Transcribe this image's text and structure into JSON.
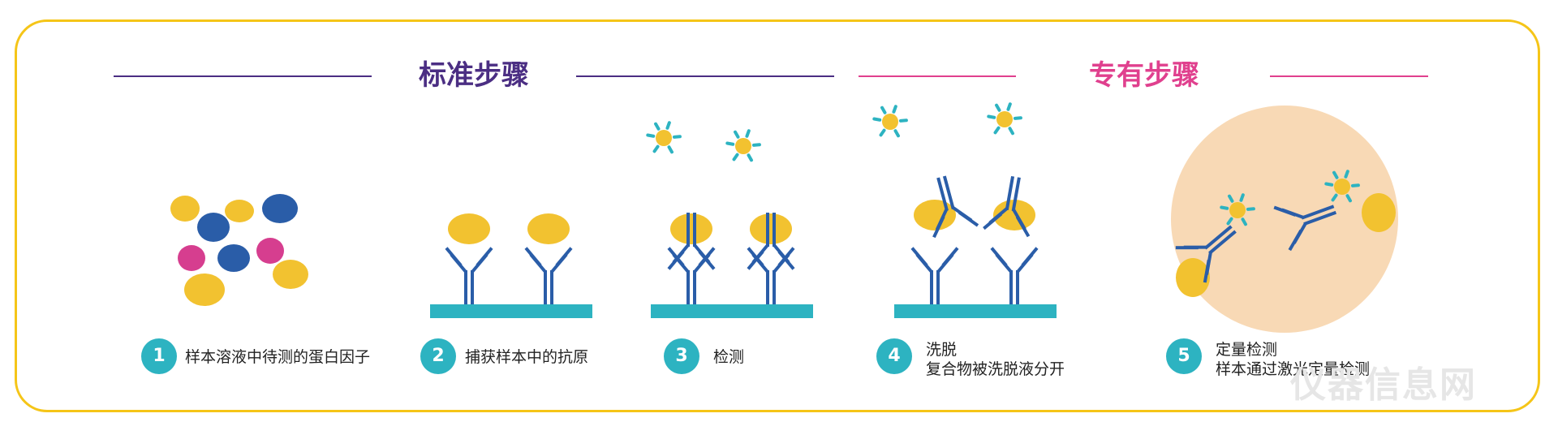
{
  "headers": {
    "standard": "标准步骤",
    "proprietary": "专有步骤"
  },
  "steps": [
    {
      "num": "1",
      "lines": [
        "样本溶液中待测的蛋白因子"
      ]
    },
    {
      "num": "2",
      "lines": [
        "捕获样本中的抗原"
      ]
    },
    {
      "num": "3",
      "lines": [
        "检测"
      ]
    },
    {
      "num": "4",
      "lines": [
        "洗脱",
        "复合物被洗脱液分开"
      ]
    },
    {
      "num": "5",
      "lines": [
        "定量检测",
        "样本通过激光定量检测"
      ]
    }
  ],
  "watermark": "仪器信息网",
  "colors": {
    "border": "#f5c518",
    "standard_header": "#4b2e83",
    "proprietary_header": "#e0408e",
    "antibody": "#2a5da8",
    "antigen": "#f2c230",
    "magenta": "#d63e8f",
    "plate": "#2db3c1",
    "detection_label_ring": "#2db3c1",
    "laser_circle": "#f8d9b5",
    "step_number_bg": "#2db3c1"
  }
}
